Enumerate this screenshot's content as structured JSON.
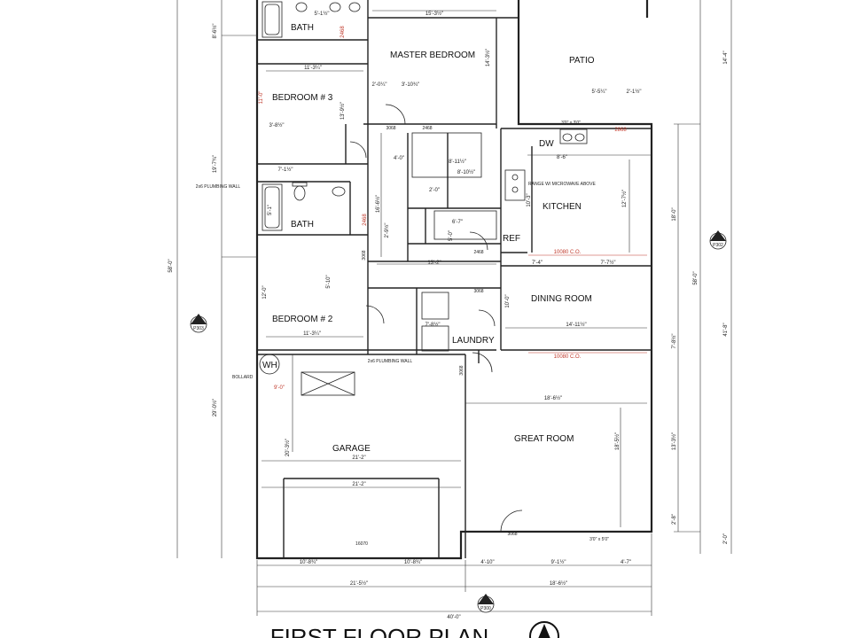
{
  "title": "FIRST FLOOR PLAN",
  "rooms": {
    "bath_top": "BATH",
    "bath_mid": "BATH",
    "master_bedroom": "MASTER BEDROOM",
    "patio": "PATIO",
    "bedroom3": "BEDROOM # 3",
    "kitchen": "KITCHEN",
    "dw": "DW",
    "ref": "REF",
    "dining_room": "DINING ROOM",
    "bedroom2": "BEDROOM # 2",
    "laundry": "LAUNDRY",
    "wh": "WH",
    "garage": "GARAGE",
    "great_room": "GREAT ROOM"
  },
  "notes": {
    "plumbing_wall_left": "2x6 PLUMBING WALL",
    "plumbing_wall_bottom": "2x6 PLUMBING WALL",
    "range": "RANGE W/ MICROWAVE ABOVE",
    "bollard": "BOLLARD",
    "co_top": "10080 C.O.",
    "co_bottom": "10080 C.O."
  },
  "section_markers": {
    "left": {
      "num": "1",
      "ref": "P303"
    },
    "right": {
      "num": "1",
      "ref": "P302"
    },
    "bottom": {
      "num": "1",
      "ref": "P300"
    }
  },
  "dims": {
    "d_5_1_2": "5'-1½\"",
    "d_15_3_5": "15'-3½\"",
    "d_14_3_5": "14'-3½\"",
    "d_14_4": "14'-4\"",
    "d_8_6": "8'-6½\"",
    "d_11_3": "11'-3¼\"",
    "d_2_0": "2'-0¼\"",
    "d_3_10": "3'-10¾\"",
    "d_5_5": "5'-5¼\"",
    "d_2_1": "2'-1½\"",
    "d_13_9": "13'-9½\"",
    "d_3_8": "3'-8½\"",
    "d_4_0": "4'-0\"",
    "d_8_11": "8'-11½\"",
    "d_8_10": "8'-10½\"",
    "d_8_6b": "8'-6\"",
    "d_19_7": "19'-7¾\"",
    "d_7_1": "7'-1½\"",
    "d_2_0b": "2'-0\"",
    "d_10_3": "10'-3\"",
    "d_12_7": "12'-7½\"",
    "d_5_1": "5'-1\"",
    "d_16_6": "16'-6½\"",
    "d_6_7": "6'-7\"",
    "d_2_9": "2'-9½\"",
    "d_5_0": "5'-0\"",
    "d_18_0": "18'-0\"",
    "d_58_0": "58'-0\"",
    "d_58_0b": "58'-0\"",
    "d_13_2": "13'-2\"",
    "d_7_4": "7'-4\"",
    "d_7_7": "7'-7½\"",
    "d_12_0": "12'-0\"",
    "d_5_10": "5'-10\"",
    "d_10_0": "10'-0\"",
    "d_7_8": "7'-8½\"",
    "d_14_11": "14'-11½\"",
    "d_11_3b": "11'-3¼\"",
    "d_7_8b": "7'-8½\"",
    "d_41_8": "41'-8\"",
    "d_29_0": "29'-0½\"",
    "d_9_0": "9'-0\"",
    "d_18_6": "18'-6½\"",
    "d_20_3": "20'-3½\"",
    "d_21_2": "21'-2\"",
    "d_21_2b": "21'-2\"",
    "d_18_5": "18'-5½\"",
    "d_13_3": "13'-3½\"",
    "d_2_8": "2'-8\"",
    "d_2_0c": "2'-0\"",
    "d_10_8a": "10'-8¾\"",
    "d_10_8b": "10'-8¾\"",
    "d_4_10": "4'-10\"",
    "d_9_1": "9'-1½\"",
    "d_4_7": "4'-7\"",
    "d_21_5": "21'-5½\"",
    "d_18_6b": "18'-6½\"",
    "d_40_0": "40'-0\"",
    "door_3068a": "3068",
    "door_2468a": "2468",
    "door_3068b": "3068",
    "door_2468b": "2468",
    "door_3068c": "3068",
    "door_3068d": "3068",
    "door_3068e": "3068",
    "door_16070": "16070",
    "win_3030": "3'0\" x 3'0\"",
    "win_3050": "3'0\" x 5'0\"",
    "red_2468a": "2468",
    "red_2468b": "2468",
    "red_2868": "2868",
    "red_11_0": "11'-0\""
  }
}
